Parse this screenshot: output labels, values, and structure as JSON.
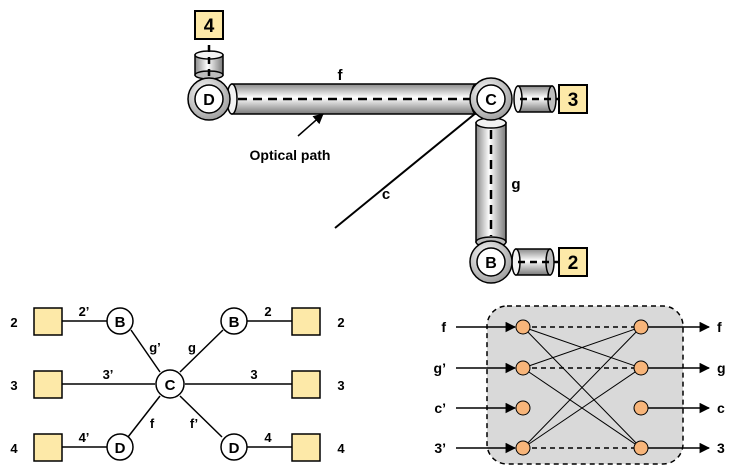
{
  "top_diagram": {
    "nodes": {
      "d": "D",
      "c": "C",
      "b": "B"
    },
    "terminals": {
      "t4": "4",
      "t3": "3",
      "t2": "2"
    },
    "link_labels": {
      "f": "f",
      "g": "g",
      "c": "c"
    },
    "annotation": "Optical path"
  },
  "star_diagram": {
    "center": "C",
    "nodes": {
      "b_left": "B",
      "b_right": "B",
      "d_left": "D",
      "d_right": "D"
    },
    "outer_left": [
      "2",
      "3",
      "4"
    ],
    "outer_right": [
      "2",
      "3",
      "4"
    ],
    "link_labels": {
      "l2p": "2’",
      "l3p": "3’",
      "l4p": "4’",
      "r2": "2",
      "r3": "3",
      "r4": "4",
      "gp": "g’",
      "g": "g",
      "f": "f",
      "fp": "f’"
    }
  },
  "switch_diagram": {
    "inputs": [
      "f",
      "g’",
      "c’",
      "3’"
    ],
    "outputs": [
      "f",
      "g",
      "c",
      "3"
    ]
  },
  "colors": {
    "terminal_fill": "#fde9a8",
    "node_fill": "#f7b57a",
    "switch_box_fill": "#d9d9d9",
    "ring_fill": "#c8c8c8"
  }
}
